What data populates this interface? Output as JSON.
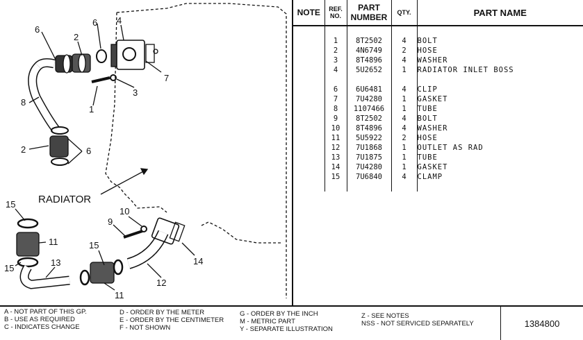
{
  "diagram": {
    "radiator_label": "RADIATOR",
    "callouts": [
      "6",
      "2",
      "6",
      "4",
      "7",
      "3",
      "1",
      "8",
      "2",
      "6",
      "15",
      "11",
      "15",
      "13",
      "9",
      "10",
      "15",
      "11",
      "12",
      "14"
    ]
  },
  "table": {
    "headers": {
      "note": "NOTE",
      "ref_line1": "REF.",
      "ref_line2": "NO.",
      "part_line1": "PART",
      "part_line2": "NUMBER",
      "qty": "QTY.",
      "name": "PART NAME"
    },
    "rows": [
      {
        "ref": "1",
        "part": "8T2502",
        "qty": "4",
        "name": "BOLT"
      },
      {
        "ref": "2",
        "part": "4N6749",
        "qty": "2",
        "name": "HOSE"
      },
      {
        "ref": "3",
        "part": "8T4896",
        "qty": "4",
        "name": "WASHER"
      },
      {
        "ref": "4",
        "part": "5U2652",
        "qty": "1",
        "name": "RADIATOR INLET BOSS"
      },
      {
        "ref": "6",
        "part": "6U6481",
        "qty": "4",
        "name": "CLIP"
      },
      {
        "ref": "7",
        "part": "7U4280",
        "qty": "1",
        "name": "GASKET"
      },
      {
        "ref": "8",
        "part": "1107466",
        "qty": "1",
        "name": "TUBE"
      },
      {
        "ref": "9",
        "part": "8T2502",
        "qty": "4",
        "name": "BOLT"
      },
      {
        "ref": "10",
        "part": "8T4896",
        "qty": "4",
        "name": "WASHER"
      },
      {
        "ref": "11",
        "part": "5U5922",
        "qty": "2",
        "name": "HOSE"
      },
      {
        "ref": "12",
        "part": "7U1868",
        "qty": "1",
        "name": "OUTLET AS RAD"
      },
      {
        "ref": "13",
        "part": "7U1875",
        "qty": "1",
        "name": "TUBE"
      },
      {
        "ref": "14",
        "part": "7U4280",
        "qty": "1",
        "name": "GASKET"
      },
      {
        "ref": "15",
        "part": "7U6840",
        "qty": "4",
        "name": "CLAMP"
      }
    ]
  },
  "footer": {
    "legend_col1": [
      "A - NOT PART OF THIS GP.",
      "B - USE AS REQUIRED",
      "C - INDICATES CHANGE"
    ],
    "legend_col2": [
      "D - ORDER BY THE METER",
      "E - ORDER BY THE CENTIMETER",
      "F - NOT SHOWN"
    ],
    "legend_col3": [
      "G - ORDER BY THE INCH",
      "M - METRIC PART",
      "Y - SEPARATE ILLUSTRATION"
    ],
    "legend_col4": [
      "Z - SEE NOTES",
      "NSS - NOT SERVICED SEPARATELY"
    ],
    "drawing_number": "1384800"
  }
}
